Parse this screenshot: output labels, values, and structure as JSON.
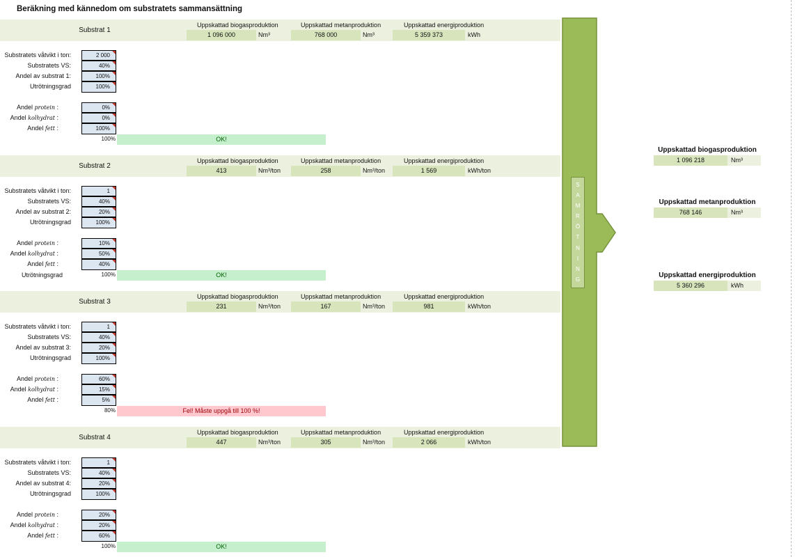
{
  "title": "Beräkning med kännedom om substratets sammansättning",
  "headers": {
    "biogas": "Uppskattad biogasproduktion",
    "metan": "Uppskattad metanproduktion",
    "energi": "Uppskattad energiproduktion"
  },
  "labels": {
    "vatvikt": "Substratets våtvikt i ton:",
    "vs": "Substratets  VS:",
    "utrotningsgrad": "Utrötningsgrad",
    "andel_prefix": "Andel",
    "protein": "protein",
    "kolhydrat": "kolhydrat",
    "fett": "fett",
    "colon": ":"
  },
  "substrates": [
    {
      "name": "Substrat 1",
      "andel_label": "Andel av substrat 1:",
      "biogas": "1 096 000",
      "biogas_unit": "Nm³",
      "metan": "768 000",
      "metan_unit": "Nm³",
      "energi": "5 359 373",
      "energi_unit": "kWh",
      "vatvikt": "2 000",
      "vs": "40%",
      "andel": "100%",
      "utrotning": "100%",
      "protein": "0%",
      "kolhydrat": "0%",
      "fett": "100%",
      "sum": "100%",
      "sum_label": "",
      "status": "OK!",
      "status_ok": true
    },
    {
      "name": "Substrat 2",
      "andel_label": "Andel av substrat 2:",
      "biogas": "413",
      "biogas_unit": "Nm³/ton",
      "metan": "258",
      "metan_unit": "Nm³/ton",
      "energi": "1 569",
      "energi_unit": "kWh/ton",
      "vatvikt": "1",
      "vs": "40%",
      "andel": "20%",
      "utrotning": "100%",
      "protein": "10%",
      "kolhydrat": "50%",
      "fett": "40%",
      "sum": "100%",
      "sum_label": "Utrötningsgrad",
      "status": "OK!",
      "status_ok": true
    },
    {
      "name": "Substrat 3",
      "andel_label": "Andel av substrat 3:",
      "biogas": "231",
      "biogas_unit": "Nm³/ton",
      "metan": "167",
      "metan_unit": "Nm³/ton",
      "energi": "981",
      "energi_unit": "kWh/ton",
      "vatvikt": "1",
      "vs": "40%",
      "andel": "20%",
      "utrotning": "100%",
      "protein": "60%",
      "kolhydrat": "15%",
      "fett": "5%",
      "sum": "80%",
      "sum_label": "",
      "status": "Fel! Måste uppgå till 100 %!",
      "status_ok": false
    },
    {
      "name": "Substrat 4",
      "andel_label": "Andel av substrat 4:",
      "biogas": "447",
      "biogas_unit": "Nm³/ton",
      "metan": "305",
      "metan_unit": "Nm³/ton",
      "energi": "2 066",
      "energi_unit": "kWh/ton",
      "vatvikt": "1",
      "vs": "40%",
      "andel": "20%",
      "utrotning": "100%",
      "protein": "20%",
      "kolhydrat": "20%",
      "fett": "60%",
      "sum": "100%",
      "sum_label": "",
      "status": "OK!",
      "status_ok": true
    }
  ],
  "samrotning_letters": [
    "S",
    "A",
    "M",
    "R",
    "Ö",
    "T",
    "N",
    "I",
    "N",
    "G"
  ],
  "results": [
    {
      "header": "Uppskattad biogasproduktion",
      "value": "1 096 218",
      "unit": "Nm³"
    },
    {
      "header": "Uppskattad metanproduktion",
      "value": "768 146",
      "unit": "Nm³"
    },
    {
      "header": "Uppskattad energiproduktion",
      "value": "5 360 296",
      "unit": "kWh"
    }
  ],
  "colors": {
    "band": "#ebf1de",
    "value_cell": "#d7e4bc",
    "input_cell": "#dce6f1",
    "arrow": "#9bbb59",
    "ok_bg": "#c6efce",
    "error_bg": "#ffc7ce"
  }
}
